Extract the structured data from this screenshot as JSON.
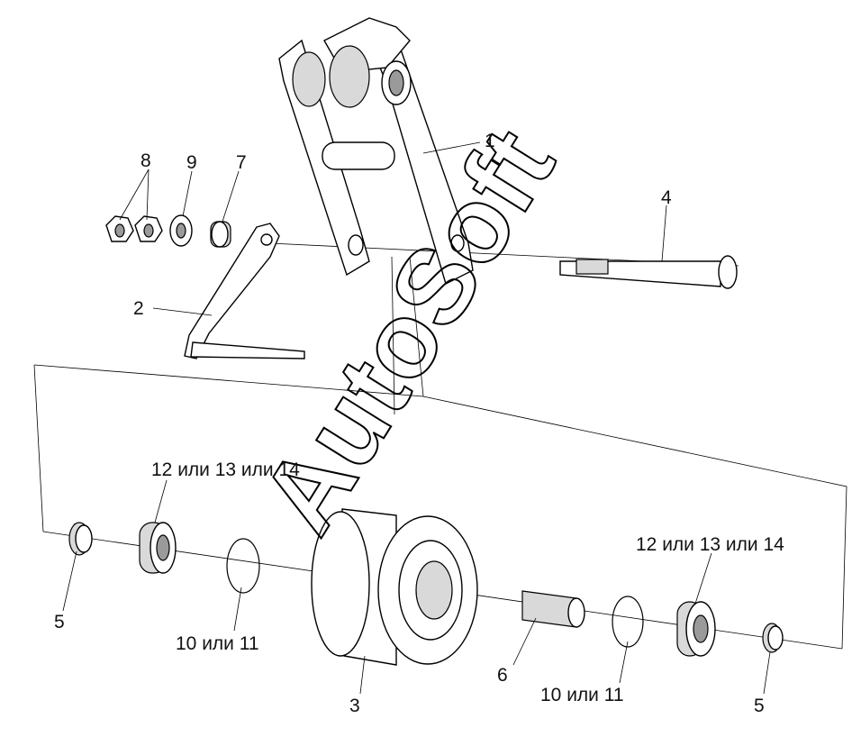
{
  "watermark": "AutoSoft",
  "labels": [
    {
      "text": "1"
    },
    {
      "text": "8"
    },
    {
      "text": "9"
    },
    {
      "text": "7"
    },
    {
      "text": "4"
    },
    {
      "text": "2"
    },
    {
      "text": "12 или 13 или 14"
    },
    {
      "text": "5"
    },
    {
      "text": "10 или 11"
    },
    {
      "text": "3"
    },
    {
      "text": "6"
    },
    {
      "text": "12 или 13 или 14"
    },
    {
      "text": "10 или 11"
    },
    {
      "text": "5"
    }
  ]
}
